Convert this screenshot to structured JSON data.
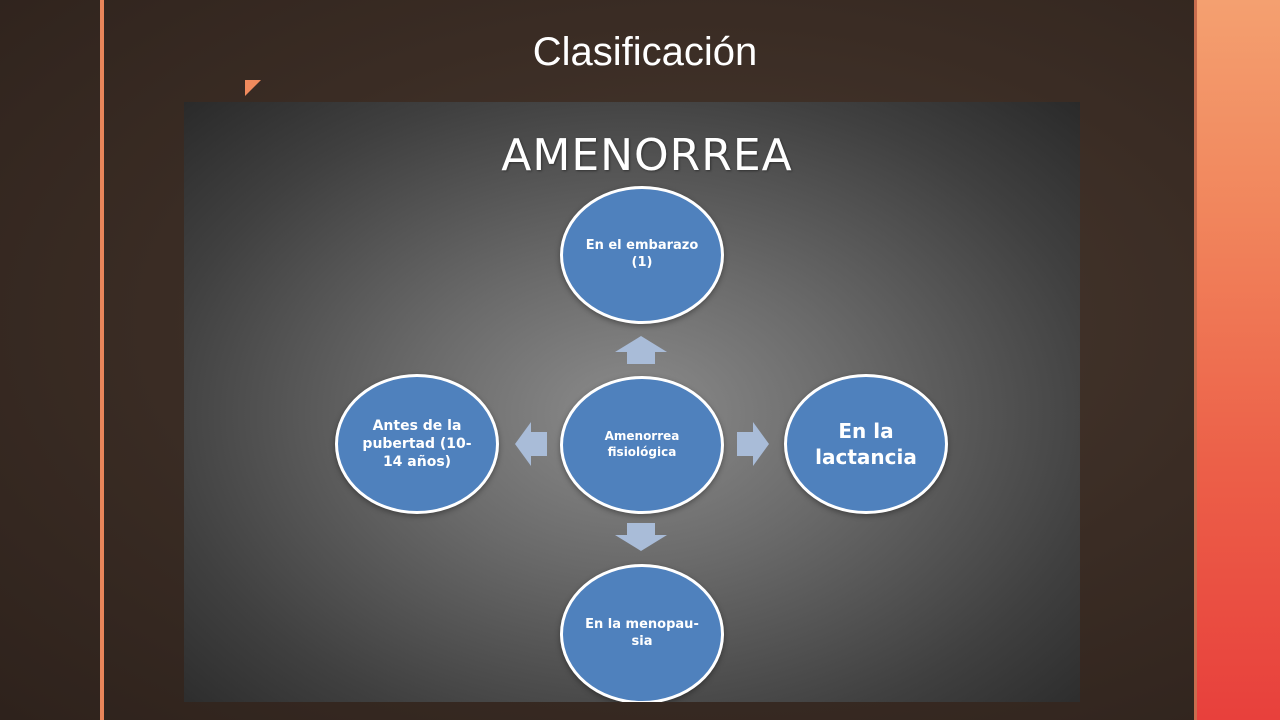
{
  "slide": {
    "title": "Clasificación",
    "colors": {
      "accent": "#e8855a",
      "background": "#3a2c24"
    }
  },
  "diagram": {
    "heading": "AMENORREA",
    "center": {
      "label": "Amenorrea fisiológica"
    },
    "nodes": [
      {
        "id": "top",
        "label": "En el embarazo (1)"
      },
      {
        "id": "right",
        "label": "En la lactancia"
      },
      {
        "id": "bottom",
        "label": "En la menopau-sia"
      },
      {
        "id": "left",
        "label": "Antes de la pubertad (10-14 años)"
      }
    ],
    "colors": {
      "node_fill": "#4f81bd",
      "arrow_fill": "#a9bcd8"
    }
  }
}
